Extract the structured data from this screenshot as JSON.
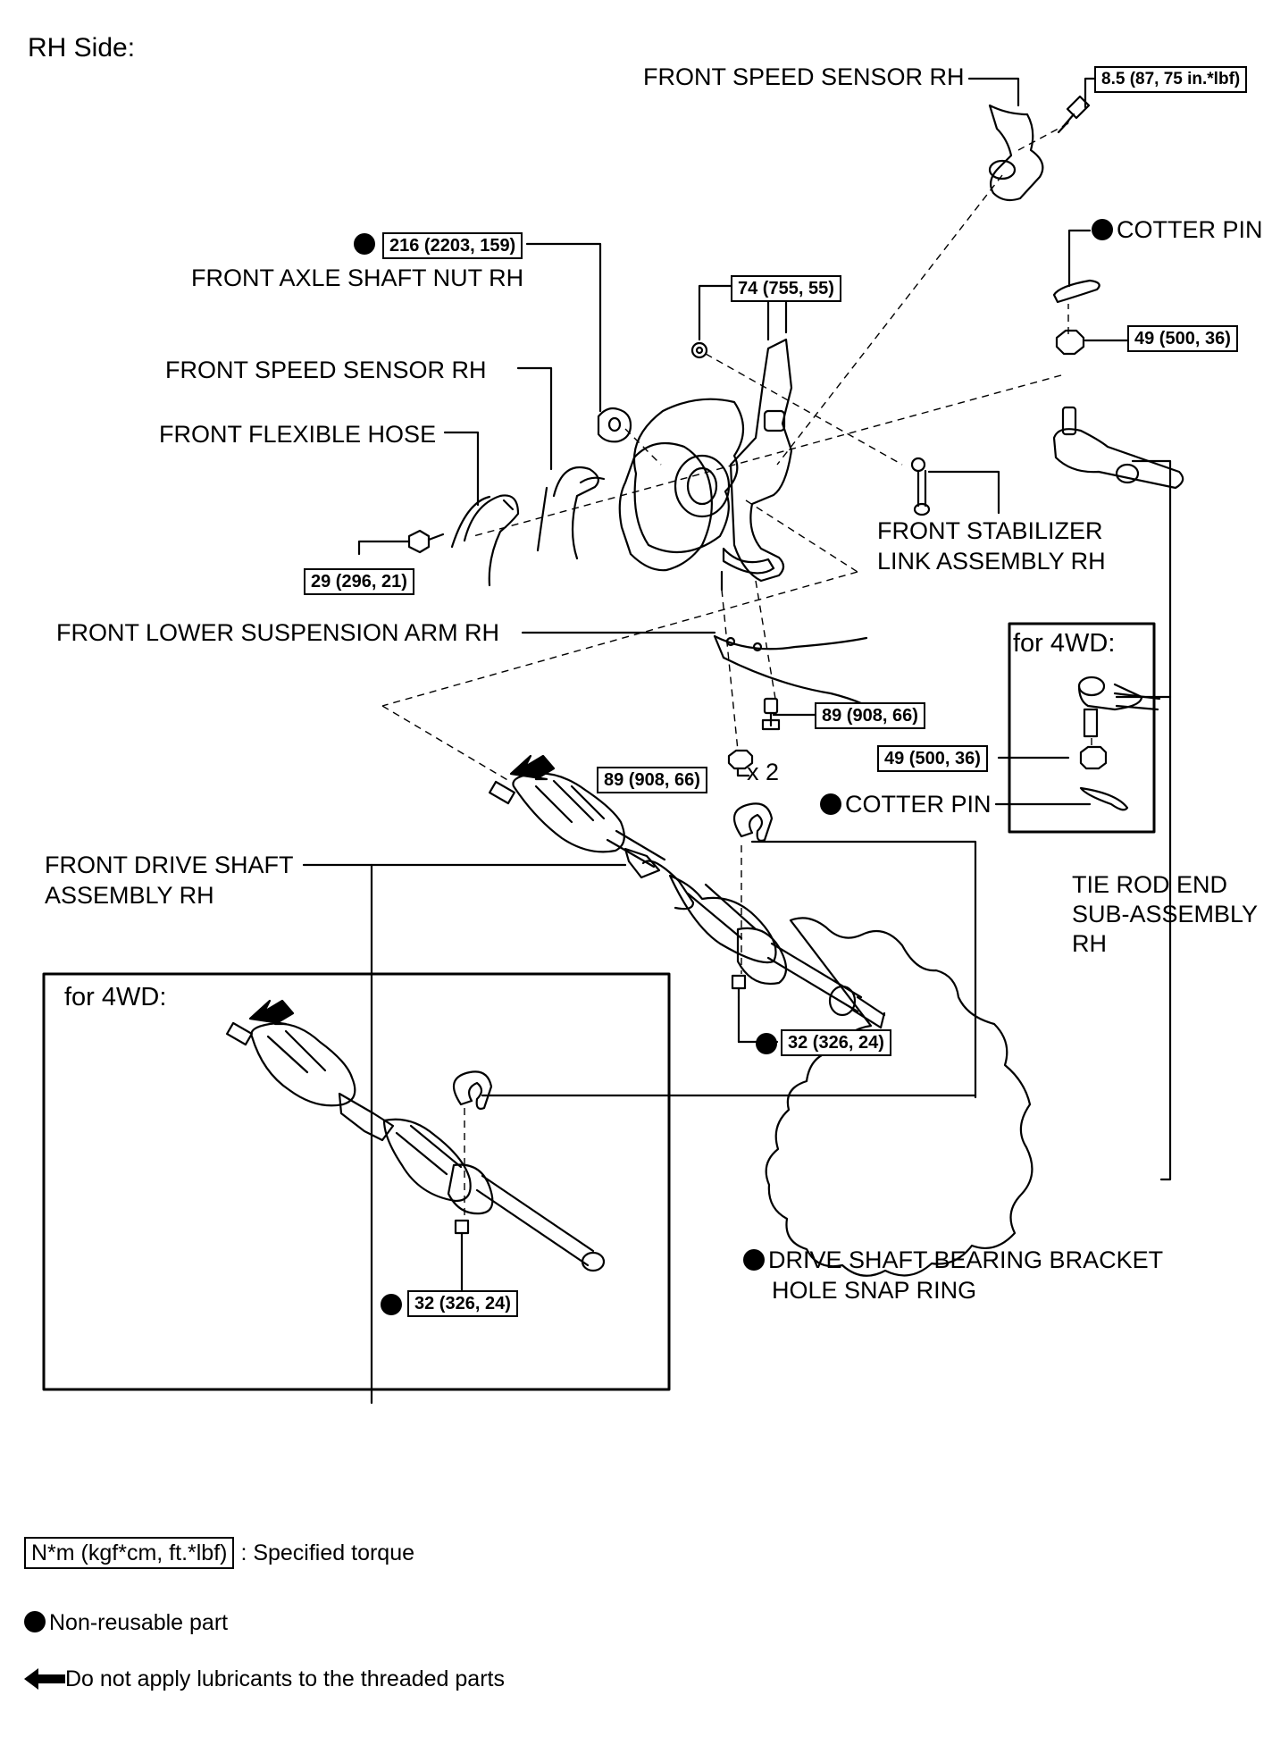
{
  "heading": "RH Side:",
  "labels": {
    "speed_sensor_top": "FRONT SPEED SENSOR RH",
    "cotter_pin_top": "COTTER PIN",
    "axle_nut": "FRONT AXLE SHAFT NUT RH",
    "speed_sensor_mid": "FRONT SPEED SENSOR RH",
    "flex_hose": "FRONT FLEXIBLE HOSE",
    "stab_link_1": "FRONT STABILIZER",
    "stab_link_2": "LINK ASSEMBLY RH",
    "lower_arm": "FRONT LOWER SUSPENSION ARM RH",
    "for_4wd_right": "for 4WD:",
    "cotter_pin_4wd": "COTTER PIN",
    "x2": "x 2",
    "drive_shaft_1": "FRONT DRIVE SHAFT",
    "drive_shaft_2": "ASSEMBLY RH",
    "tie_rod_1": "TIE ROD END",
    "tie_rod_2": "SUB-ASSEMBLY",
    "tie_rod_3": "RH",
    "for_4wd_left": "for 4WD:",
    "snap_ring_1": "DRIVE SHAFT BEARING BRACKET",
    "snap_ring_2": "HOLE SNAP RING"
  },
  "torques": {
    "speed_sensor_bolt": "8.5 (87, 75 in.*lbf)",
    "axle_nut": "216 (2203, 159)",
    "stab_nut": "74 (755, 55)",
    "tie_rod_nut": "49 (500, 36)",
    "hose_bolt": "29 (296, 21)",
    "arm_bolt": "89 (908, 66)",
    "arm_nut": "89 (908, 66)",
    "tie_rod_nut_4wd": "49 (500, 36)",
    "bracket_bolt": "32 (326, 24)",
    "bracket_bolt_4wd": "32 (326, 24)"
  },
  "legend": {
    "unit": "N*m (kgf*cm, ft.*lbf)",
    "unit_desc": ": Specified torque",
    "non_reusable": "Non-reusable part",
    "no_lube": "Do not apply lubricants to the threaded parts"
  }
}
